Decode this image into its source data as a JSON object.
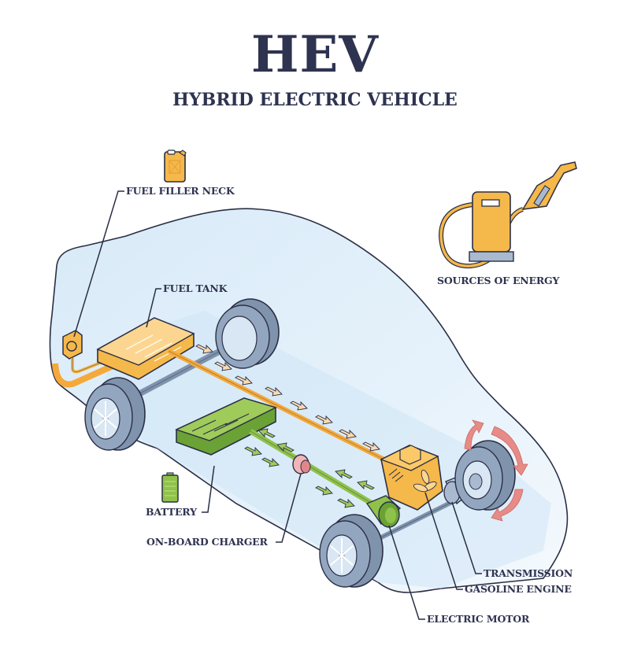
{
  "header": {
    "title": "HEV",
    "subtitle": "HYBRID ELECTRIC VEHICLE"
  },
  "labels": {
    "fuel_filler_neck": "FUEL FILLER NECK",
    "fuel_tank": "FUEL TANK",
    "sources_of_energy": "SOURCES OF ENERGY",
    "battery": "BATTERY",
    "on_board_charger": "ON-BOARD CHARGER",
    "transmission": "TRANSMISSION",
    "gasoline_engine": "GASOLINE ENGINE",
    "electric_motor": "ELECTRIC MOTOR"
  },
  "icons": {
    "fuel_can": "jerry-can-icon",
    "fuel_pump": "fuel-pump-icon",
    "battery": "battery-icon"
  },
  "colors": {
    "text": "#2e3350",
    "outline": "#2b2f45",
    "fuel_orange": "#f5b84a",
    "fuel_light": "#fbd58a",
    "battery_green": "#8fc24a",
    "battery_dark": "#6aa236",
    "tire": "#7f93ad",
    "tire_light": "#a9bad0",
    "hub": "#d9e6f3",
    "car_fill": "#e3f0fa",
    "rotation_red": "#e88a86",
    "charger_pink": "#f2b5b7"
  }
}
